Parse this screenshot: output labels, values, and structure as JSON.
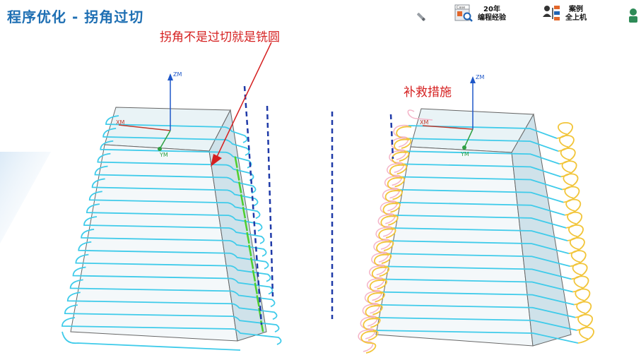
{
  "header": {
    "title": "程序优化 - 拐角过切",
    "tool_experience": {
      "badge": "Case",
      "line1": "20年",
      "line2": "编程经验"
    },
    "tool_cases": {
      "line1": "案例",
      "line2": "全上机"
    }
  },
  "annotations": {
    "left_note": "拐角不是过切就是铣圆",
    "right_note": "补救措施"
  },
  "axes": {
    "z": "ZM",
    "x": "XM",
    "y": "YM"
  },
  "colors": {
    "title": "#1e6fb3",
    "note": "#d51f1f",
    "toolpath": "#3fcbea",
    "loop": "#f2c53a",
    "loop_inner": "#f4b4c8",
    "green_segment": "#4fcf2e",
    "axis_z": "#1e57c8",
    "axis_x": "#c0392b",
    "axis_y": "#2ea043",
    "dashed": "#1f3aa8",
    "solid_face": "#cfe6ee",
    "solid_edge": "#555555"
  }
}
